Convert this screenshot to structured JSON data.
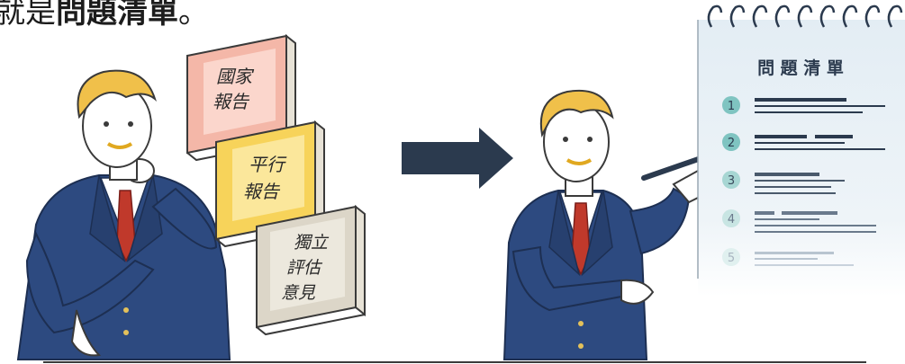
{
  "headline": {
    "prefix": "就是",
    "emphasis": "問題清單",
    "suffix": "。"
  },
  "books": [
    {
      "line1": "國家",
      "line2": "報告",
      "color": "#f4b7a8"
    },
    {
      "line1": "平行",
      "line2": "報告",
      "color": "#f7d35a"
    },
    {
      "line1": "獨立",
      "line2": "評估",
      "line3": "意見",
      "color": "#dcd6c8"
    }
  ],
  "checklist": {
    "title": "問 題 清 單",
    "items": [
      "1",
      "2",
      "3",
      "4",
      "5"
    ]
  },
  "colors": {
    "suit": "#2d4a80",
    "tie": "#c0392b",
    "arrow": "#2b3a4e",
    "hair": "#f0c04a"
  }
}
